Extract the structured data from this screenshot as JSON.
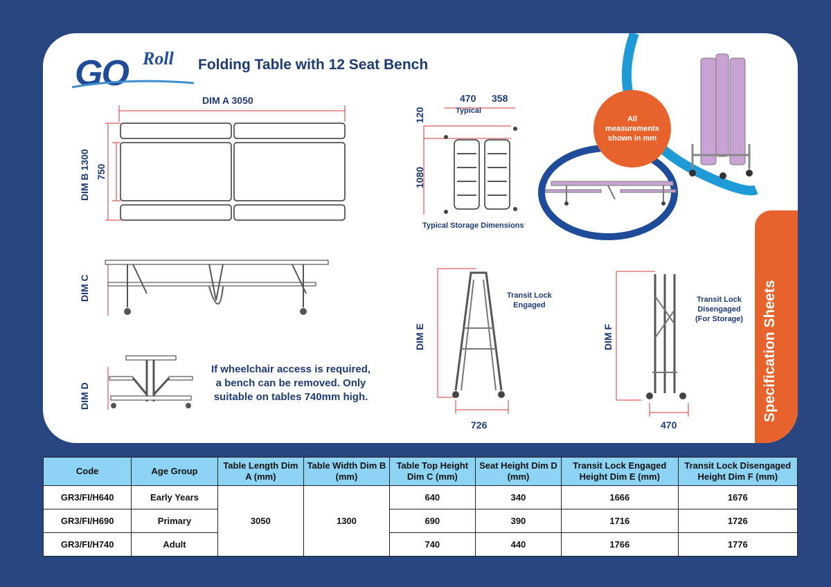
{
  "brand": {
    "logo_go": "GO",
    "logo_roll": "Roll"
  },
  "title": "Folding Table with 12 Seat Bench",
  "dims": {
    "dim_a": "DIM A 3050",
    "dim_b": "DIM B 1300",
    "dim_750": "750",
    "dim_c": "DIM C",
    "dim_d": "DIM D",
    "dim_e": "DIM E",
    "dim_f": "DIM F",
    "storage_470": "470",
    "storage_358": "358",
    "storage_typical": "Typical",
    "storage_120": "120",
    "storage_1080": "1080",
    "storage_caption": "Typical Storage Dimensions",
    "e_width": "726",
    "f_width": "470"
  },
  "notes": {
    "wheelchair_line1": "If wheelchair access is required,",
    "wheelchair_line2": "a bench can be removed. Only",
    "wheelchair_line3": "suitable on tables 740mm high.",
    "transit_engaged_1": "Transit Lock",
    "transit_engaged_2": "Engaged",
    "transit_disengaged_1": "Transit Lock",
    "transit_disengaged_2": "Disengaged",
    "transit_disengaged_3": "(For Storage)",
    "measure_1": "All",
    "measure_2": "measurements",
    "measure_3": "shown in mm"
  },
  "side_tab": "Specification Sheets",
  "colors": {
    "navy": "#27457f",
    "orange": "#e8632b",
    "sky": "#8cd3f4",
    "bench": "#c9a3d4",
    "ring": "#1e9ad6"
  },
  "table": {
    "headers": [
      "Code",
      "Age Group",
      "Table Length Dim A (mm)",
      "Table Width Dim B (mm)",
      "Table Top Height Dim C (mm)",
      "Seat Height Dim D (mm)",
      "Transit Lock Engaged Height Dim E (mm)",
      "Transit Lock Disengaged Height Dim F (mm)"
    ],
    "shared_length": "3050",
    "shared_width": "1300",
    "rows": [
      {
        "code": "GR3/FI/H640",
        "age": "Early Years",
        "top": "640",
        "seat": "340",
        "e": "1666",
        "f": "1676"
      },
      {
        "code": "GR3/FI/H690",
        "age": "Primary",
        "top": "690",
        "seat": "390",
        "e": "1716",
        "f": "1726"
      },
      {
        "code": "GR3/FI/H740",
        "age": "Adult",
        "top": "740",
        "seat": "440",
        "e": "1766",
        "f": "1776"
      }
    ]
  }
}
